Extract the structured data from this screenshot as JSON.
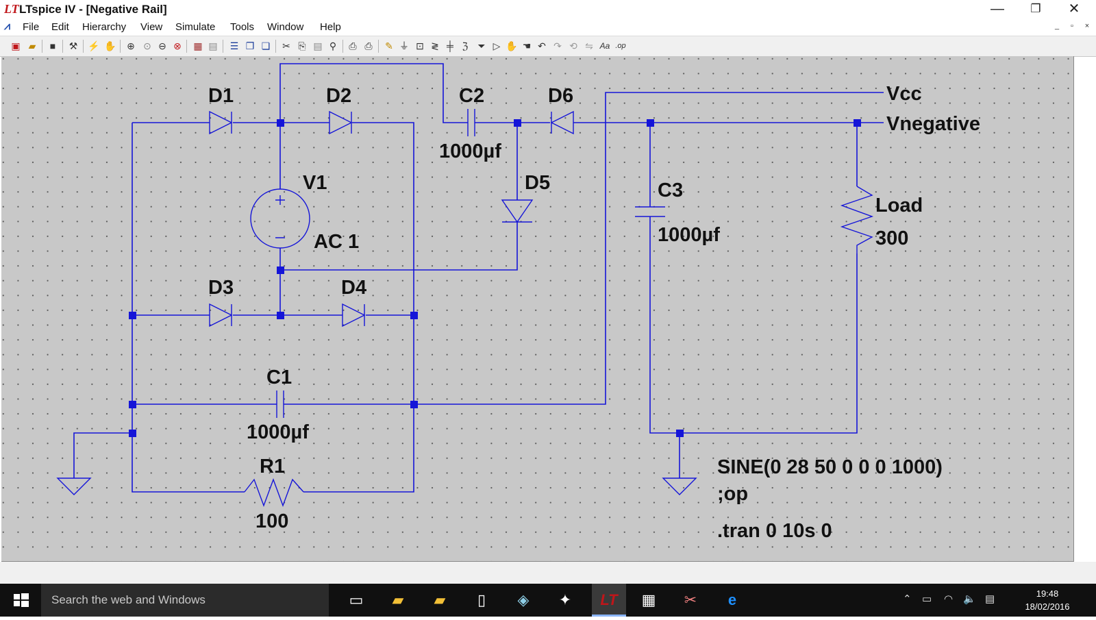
{
  "window": {
    "title": "LTspice IV - [Negative Rail]",
    "minimize_glyph": "—",
    "maximize_glyph": "❐",
    "close_glyph": "✕"
  },
  "menu": {
    "items": [
      "File",
      "Edit",
      "Hierarchy",
      "View",
      "Simulate",
      "Tools",
      "Window",
      "Help"
    ],
    "mdi_minimize": "_",
    "mdi_restore": "▫",
    "mdi_close": "×"
  },
  "toolbar": {
    "icons": [
      "new-schematic-icon",
      "open-icon",
      "save-icon",
      "control-panel-icon",
      "run-icon",
      "halt-icon",
      "zoom-in-icon",
      "pan-icon",
      "zoom-out-icon",
      "zoom-cancel-icon",
      "autoscale-icon",
      "fit-icon",
      "tile-horizontal-icon",
      "cascade-icon",
      "tile-vertical-icon",
      "cut-icon",
      "copy-icon",
      "paste-icon",
      "find-icon",
      "print-setup-icon",
      "print-icon",
      "draw-wire-icon",
      "ground-icon",
      "label-net-icon",
      "resistor-icon",
      "capacitor-icon",
      "inductor-icon",
      "diode-icon",
      "component-icon",
      "move-icon",
      "drag-icon",
      "undo-icon",
      "redo-icon",
      "rotate-icon",
      "mirror-icon",
      "text-icon",
      "spice-directive-icon"
    ],
    "text_icon_label": "Aa",
    "directive_icon_label": ".op"
  },
  "schematic": {
    "components": [
      {
        "id": "D1",
        "value": ""
      },
      {
        "id": "D2",
        "value": ""
      },
      {
        "id": "D3",
        "value": ""
      },
      {
        "id": "D4",
        "value": ""
      },
      {
        "id": "D5",
        "value": ""
      },
      {
        "id": "D6",
        "value": ""
      },
      {
        "id": "V1",
        "value": "AC 1"
      },
      {
        "id": "C1",
        "value": "1000µf"
      },
      {
        "id": "C2",
        "value": "1000µf"
      },
      {
        "id": "C3",
        "value": "1000µf"
      },
      {
        "id": "R1",
        "value": "100"
      },
      {
        "id": "Load",
        "value": "300"
      }
    ],
    "net_labels": [
      "Vcc",
      "Vnegative"
    ],
    "directives": [
      "SINE(0 28 50 0 0 0 1000)",
      ";op",
      ".tran 0 10s 0"
    ]
  },
  "taskbar": {
    "search_placeholder": "Search the web and Windows",
    "time": "19:48",
    "date": "18/02/2016",
    "apps": [
      "task-view-icon",
      "file-explorer-icon",
      "folder-icon",
      "notepad-icon",
      "glass-app-icon",
      "fox-icon",
      "ltspice-icon",
      "calculator-icon",
      "snipping-icon",
      "edge-icon"
    ]
  },
  "colors": {
    "wire": "#1515d8",
    "canvas_background": "#c8c8c8",
    "taskbar": "#101010",
    "title_logo": "#c0161a",
    "edge": "#1e90ff"
  }
}
